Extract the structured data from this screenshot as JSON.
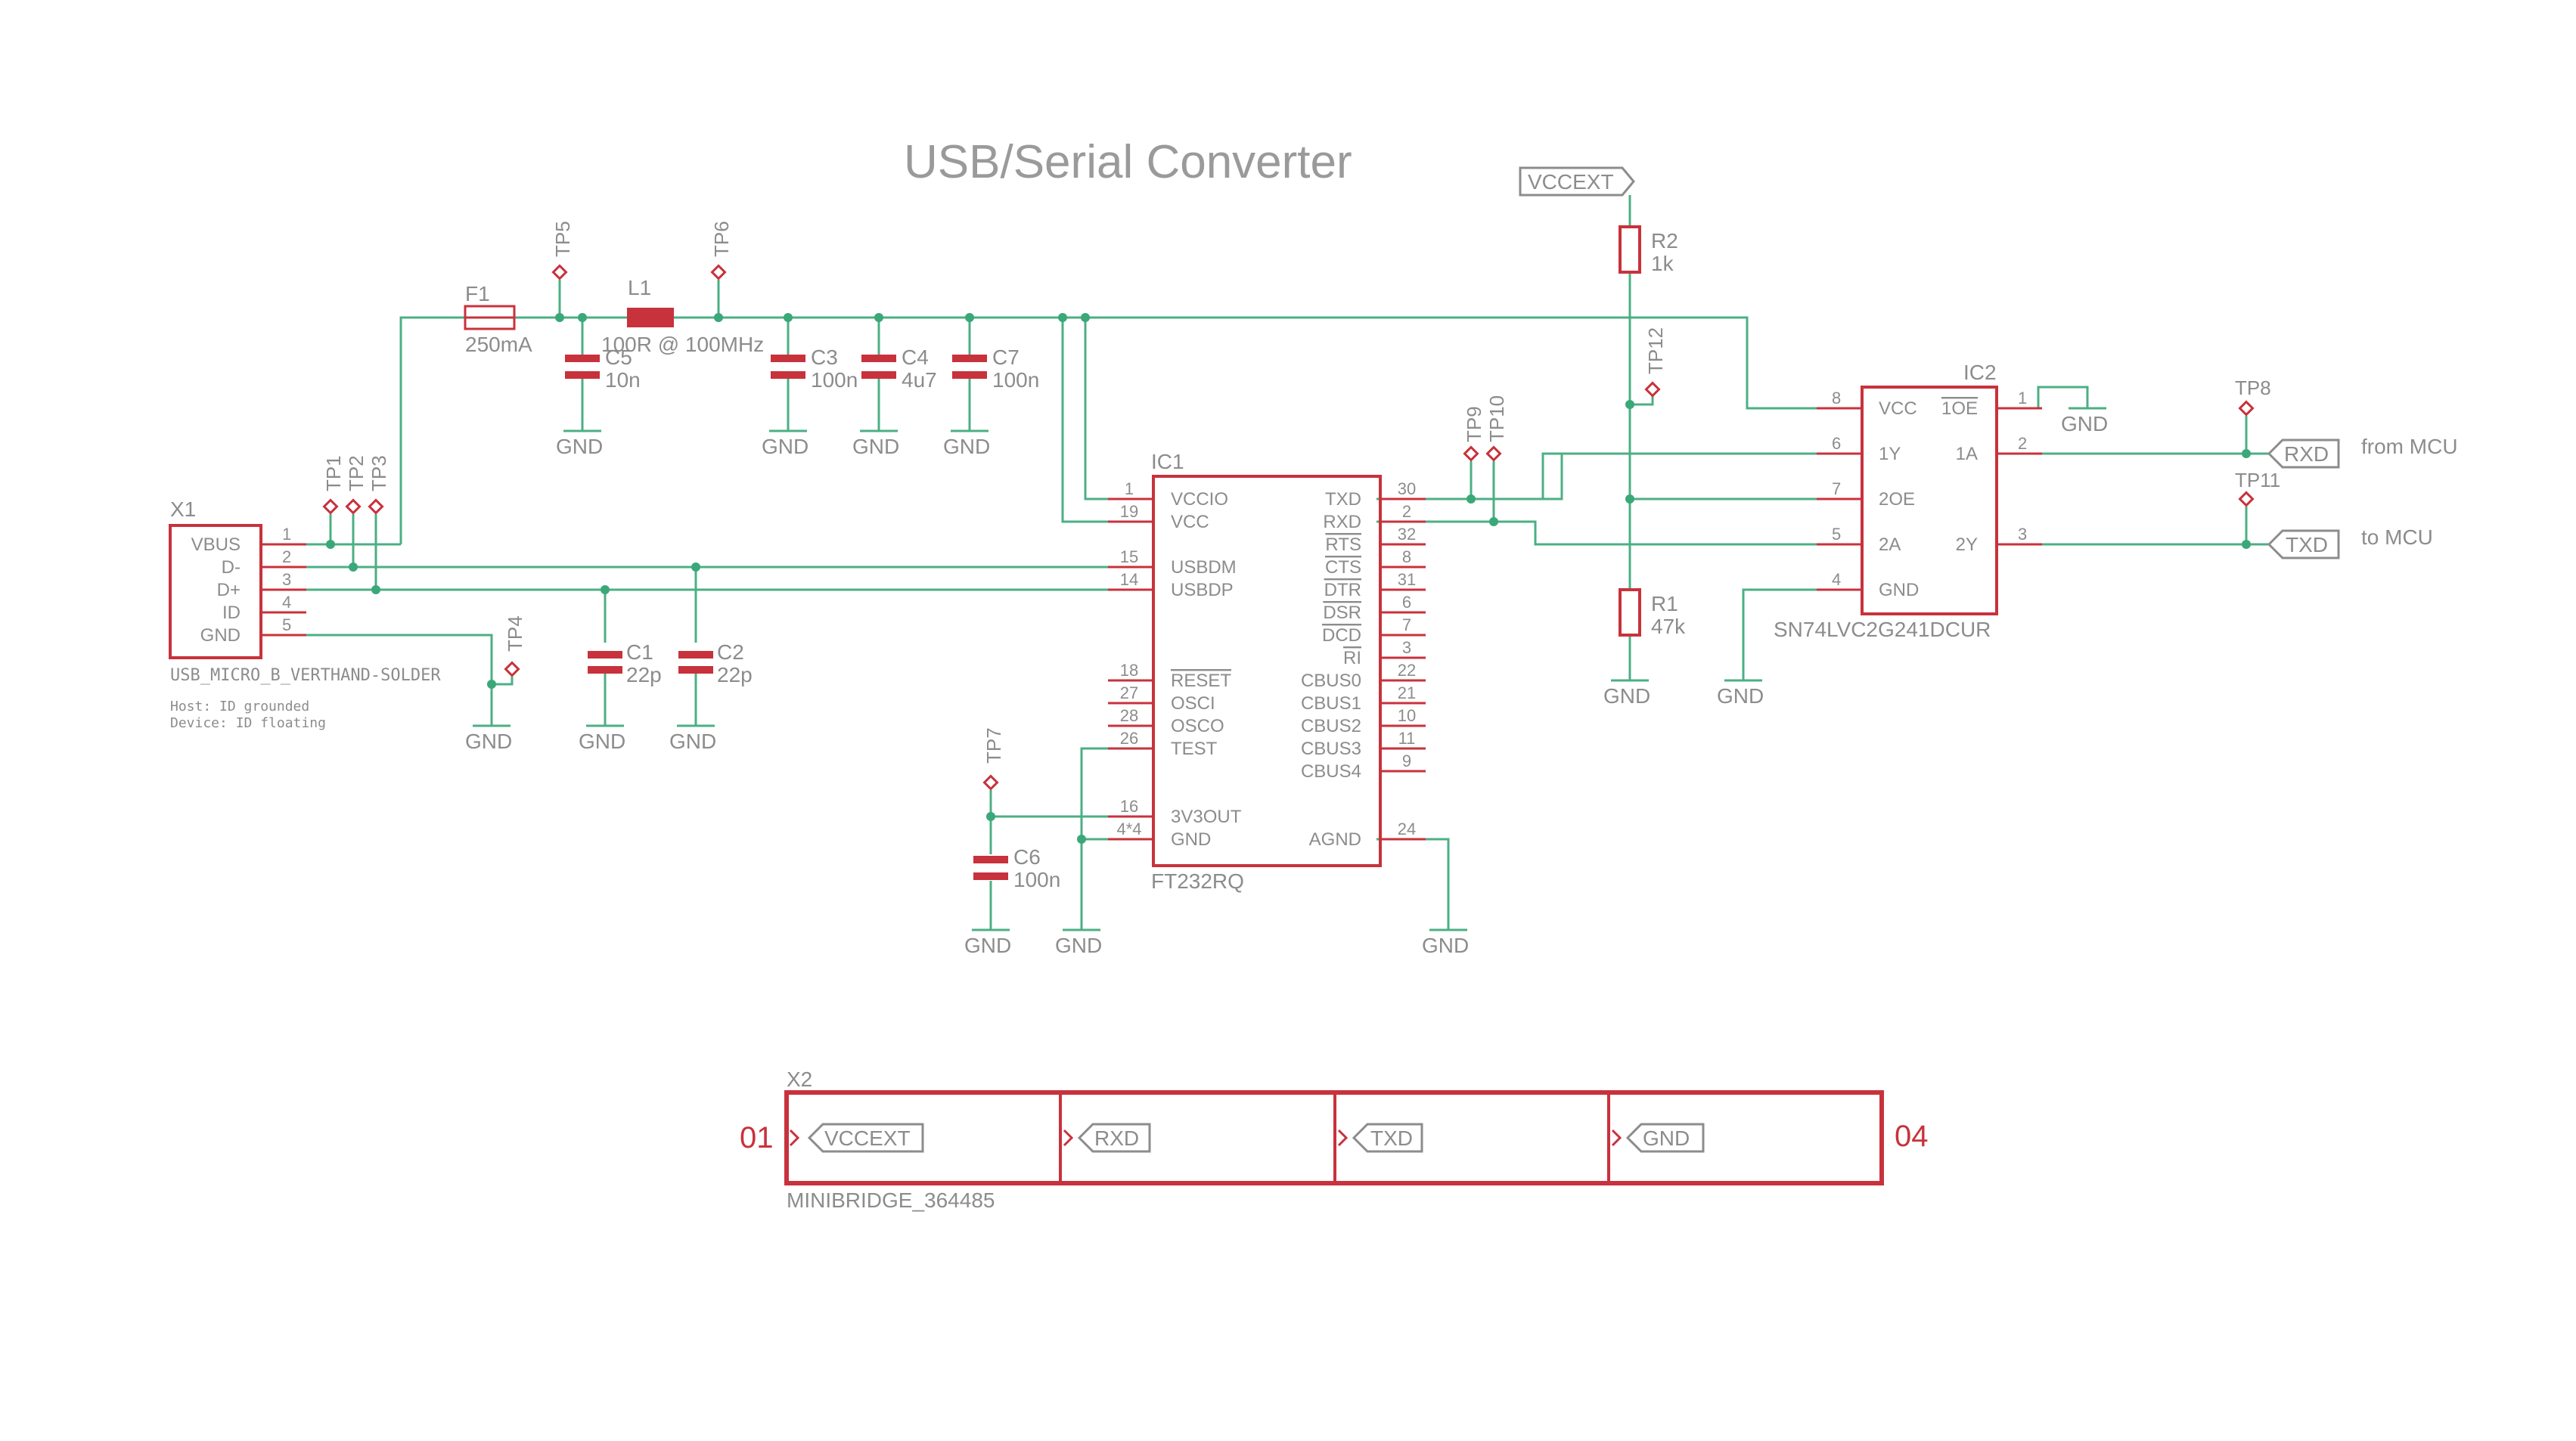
{
  "title": "USB/Serial Converter",
  "colors": {
    "wire": "#4caf84",
    "part": "#c8323c",
    "text": "#8c8c8c"
  },
  "fuse": {
    "name": "F1",
    "value": "250mA"
  },
  "inductor": {
    "name": "L1",
    "value": "100R @ 100MHz"
  },
  "caps": {
    "c5": {
      "name": "C5",
      "value": "10n"
    },
    "c3": {
      "name": "C3",
      "value": "100n"
    },
    "c4": {
      "name": "C4",
      "value": "4u7"
    },
    "c7": {
      "name": "C7",
      "value": "100n"
    },
    "c1": {
      "name": "C1",
      "value": "22p"
    },
    "c2": {
      "name": "C2",
      "value": "22p"
    },
    "c6": {
      "name": "C6",
      "value": "100n"
    }
  },
  "resistors": {
    "r2": {
      "name": "R2",
      "value": "1k"
    },
    "r1": {
      "name": "R1",
      "value": "47k"
    }
  },
  "gnd": "GND",
  "testpoints": [
    "TP1",
    "TP2",
    "TP3",
    "TP4",
    "TP5",
    "TP6",
    "TP7",
    "TP8",
    "TP9",
    "TP10",
    "TP11",
    "TP12"
  ],
  "x1": {
    "name": "X1",
    "pins": [
      "VBUS",
      "D-",
      "D+",
      "ID",
      "GND"
    ],
    "nums": [
      "1",
      "2",
      "3",
      "4",
      "5"
    ],
    "part": "USB_MICRO_B_VERTHAND-SOLDER",
    "note1": "Host: ID grounded",
    "note2": "Device: ID floating"
  },
  "ic1": {
    "name": "IC1",
    "part": "FT232RQ",
    "left": [
      {
        "num": "1",
        "label": "VCCIO"
      },
      {
        "num": "19",
        "label": "VCC"
      },
      {
        "num": "15",
        "label": "USBDM"
      },
      {
        "num": "14",
        "label": "USBDP"
      },
      {
        "num": "18",
        "label": "RESET"
      },
      {
        "num": "27",
        "label": "OSCI"
      },
      {
        "num": "28",
        "label": "OSCO"
      },
      {
        "num": "26",
        "label": "TEST"
      },
      {
        "num": "16",
        "label": "3V3OUT"
      },
      {
        "num": "4*4",
        "label": "GND"
      }
    ],
    "right": [
      {
        "num": "30",
        "label": "TXD"
      },
      {
        "num": "2",
        "label": "RXD"
      },
      {
        "num": "32",
        "label": "RTS"
      },
      {
        "num": "8",
        "label": "CTS"
      },
      {
        "num": "31",
        "label": "DTR"
      },
      {
        "num": "6",
        "label": "DSR"
      },
      {
        "num": "7",
        "label": "DCD"
      },
      {
        "num": "3",
        "label": "RI"
      },
      {
        "num": "22",
        "label": "CBUS0"
      },
      {
        "num": "21",
        "label": "CBUS1"
      },
      {
        "num": "10",
        "label": "CBUS2"
      },
      {
        "num": "11",
        "label": "CBUS3"
      },
      {
        "num": "9",
        "label": "CBUS4"
      },
      {
        "num": "24",
        "label": "AGND"
      }
    ]
  },
  "ic2": {
    "name": "IC2",
    "part": "SN74LVC2G241DCUR",
    "left": [
      {
        "num": "8",
        "label": "VCC"
      },
      {
        "num": "6",
        "label": "1Y"
      },
      {
        "num": "7",
        "label": "2OE"
      },
      {
        "num": "5",
        "label": "2A"
      },
      {
        "num": "4",
        "label": "GND"
      }
    ],
    "right": [
      {
        "num": "1",
        "label": "1OE"
      },
      {
        "num": "2",
        "label": "1A"
      },
      {
        "num": "3",
        "label": "2Y"
      }
    ]
  },
  "flags": {
    "vccext": "VCCEXT",
    "rxd": "RXD",
    "txd": "TXD",
    "from_mcu": "from MCU",
    "to_mcu": "to MCU"
  },
  "x2": {
    "name": "X2",
    "part": "MINIBRIDGE_364485",
    "first": "01",
    "last": "04",
    "pins": [
      "VCCEXT",
      "RXD",
      "TXD",
      "GND"
    ]
  }
}
